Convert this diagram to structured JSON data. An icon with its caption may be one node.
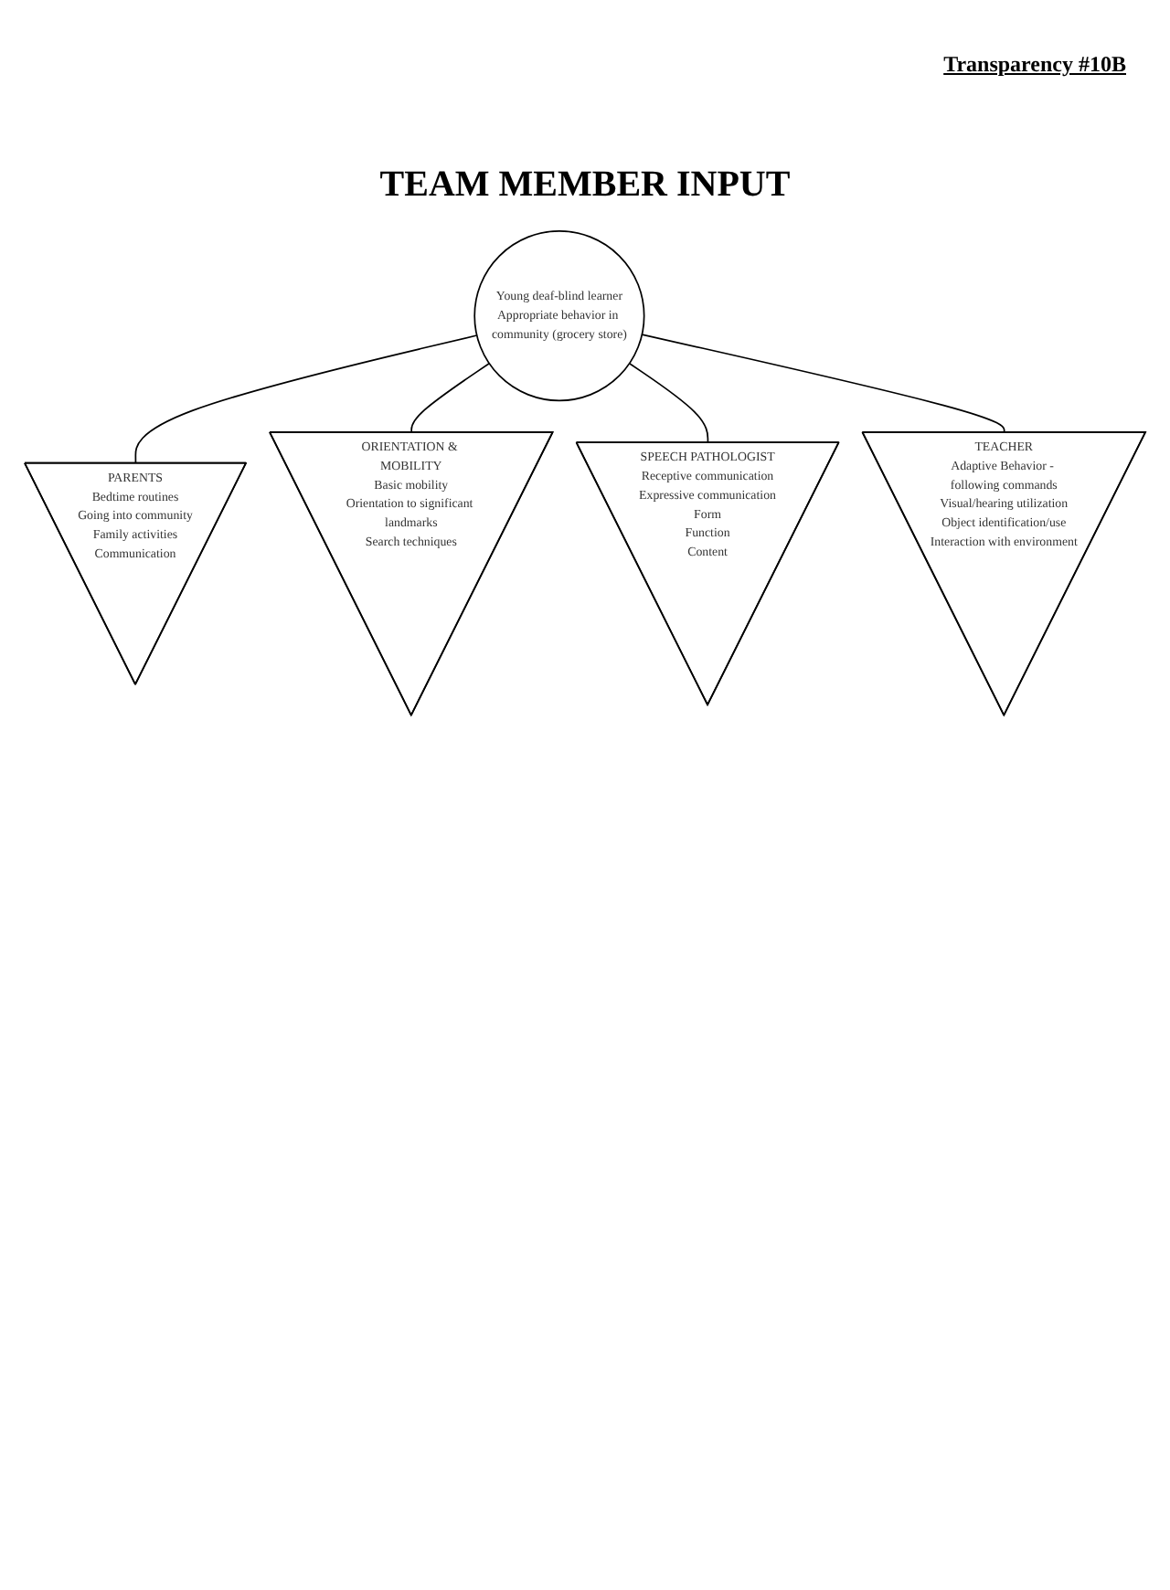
{
  "diagram": {
    "title": "TEAM MEMBER INPUT",
    "nodes": [
      {
        "text": [
          "PARENTS",
          "Bedtime routines",
          "Going into community",
          "Family activities",
          "Communication"
        ]
      },
      {
        "text": [
          "ORIENTATION & MOBILITY",
          "Basic mobility",
          "Orientation to significant landmarks",
          "Search techniques"
        ]
      },
      {
        "text": [
          "SPEECH PATHOLOGIST",
          "Receptive communication",
          "Expressive communication",
          "Form",
          "Function",
          "Content"
        ]
      },
      {
        "text": [
          "Young deaf-blind learner",
          "Appropriate behavior in community (grocery store)"
        ]
      },
      {
        "text": [
          "TEACHER",
          "Adaptive Behavior - following commands",
          "Visual/hearing utilization",
          "Object identification/use",
          "Interaction with environment"
        ]
      }
    ],
    "edges": [
      {
        "from": 3,
        "to": 0,
        "arrow": "none"
      },
      {
        "from": 3,
        "to": 1,
        "arrow": "none"
      },
      {
        "from": 3,
        "to": 2,
        "arrow": "none"
      },
      {
        "from": 3,
        "to": 4,
        "arrow": "none"
      }
    ],
    "labels": [
      "Transparency #10B"
    ]
  }
}
